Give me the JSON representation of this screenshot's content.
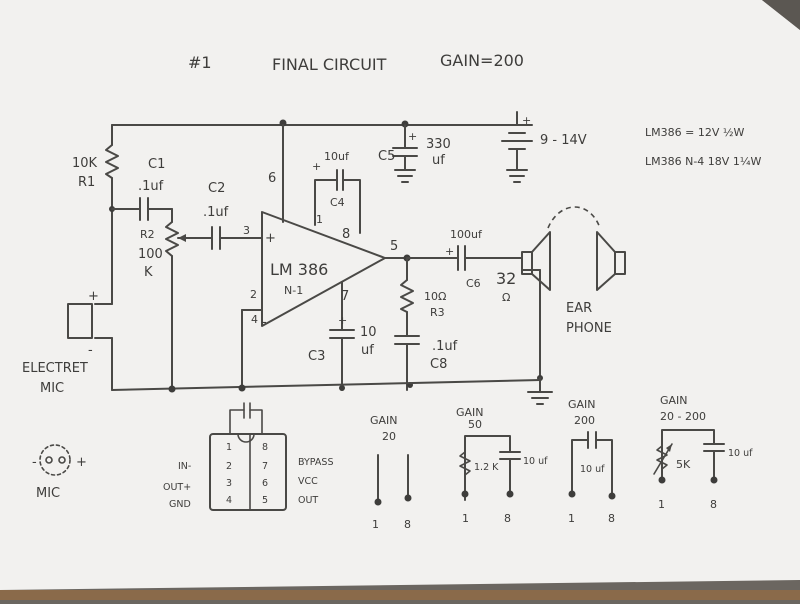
{
  "header": {
    "number": "#1",
    "title": "FINAL CIRCUIT",
    "gain": "GAIN=200"
  },
  "notes": {
    "line1": "LM386 = 12V  ½W",
    "line2": "LM386 N-4  18V  1¼W"
  },
  "supply": {
    "voltage": "9 - 14V",
    "plus": "+"
  },
  "components": {
    "r1_value": "10K",
    "r1_name": "R1",
    "c1_name": "C1",
    "c1_value": ".1uf",
    "c2_name": "C2",
    "c2_value": ".1uf",
    "r2_name": "R2",
    "r2_value_1": "100",
    "r2_value_2": "K",
    "c4_value": "10uf",
    "c4_name": "C4",
    "c5_name": "C5",
    "c5_value_1": "330",
    "c5_value_2": "uf",
    "c6_value": "100uf",
    "c6_name": "C6",
    "r3_value": "10Ω",
    "r3_name": "R3",
    "c8_value": ".1uf",
    "c8_name": "C8",
    "c3_name": "C3",
    "c3_value_1": "10",
    "c3_value_2": "uf",
    "speaker_ohm_1": "32",
    "speaker_ohm_2": "Ω"
  },
  "ic": {
    "name": "LM 386",
    "sub": "N-1",
    "pin6": "6",
    "pin1": "1",
    "pin8": "8",
    "pin5": "5",
    "pin7": "7",
    "pin2": "2",
    "pin3": "3",
    "pin4": "4",
    "plus": "+",
    "minus": "-"
  },
  "mic": {
    "label_1": "ELECTRET",
    "label_2": "MIC",
    "plus": "+",
    "minus": "-"
  },
  "earphone": {
    "label_1": "EAR",
    "label_2": "PHONE"
  },
  "pinout": {
    "left_labels": [
      "IN-",
      "OUT+",
      "GND"
    ],
    "right_labels": [
      "BYPASS",
      "VCC",
      "OUT"
    ],
    "pins_left": [
      "1",
      "2",
      "3",
      "4"
    ],
    "pins_right": [
      "8",
      "7",
      "6",
      "5"
    ]
  },
  "mic_symbol": {
    "label": "MIC",
    "minus": "-",
    "plus": "+"
  },
  "gain_options": [
    {
      "title_1": "GAIN",
      "title_2": "20",
      "part": "",
      "cap": "",
      "pin_a": "1",
      "pin_b": "8"
    },
    {
      "title_1": "GAIN",
      "title_2": "50",
      "part": "1.2 K",
      "cap": "10 uf",
      "pin_a": "1",
      "pin_b": "8"
    },
    {
      "title_1": "GAIN",
      "title_2": "200",
      "part": "",
      "cap": "10 uf",
      "pin_a": "1",
      "pin_b": "8"
    },
    {
      "title_1": "GAIN",
      "title_2": "20 - 200",
      "part": "5K",
      "cap": "10 uf",
      "pin_a": "1",
      "pin_b": "8"
    }
  ]
}
